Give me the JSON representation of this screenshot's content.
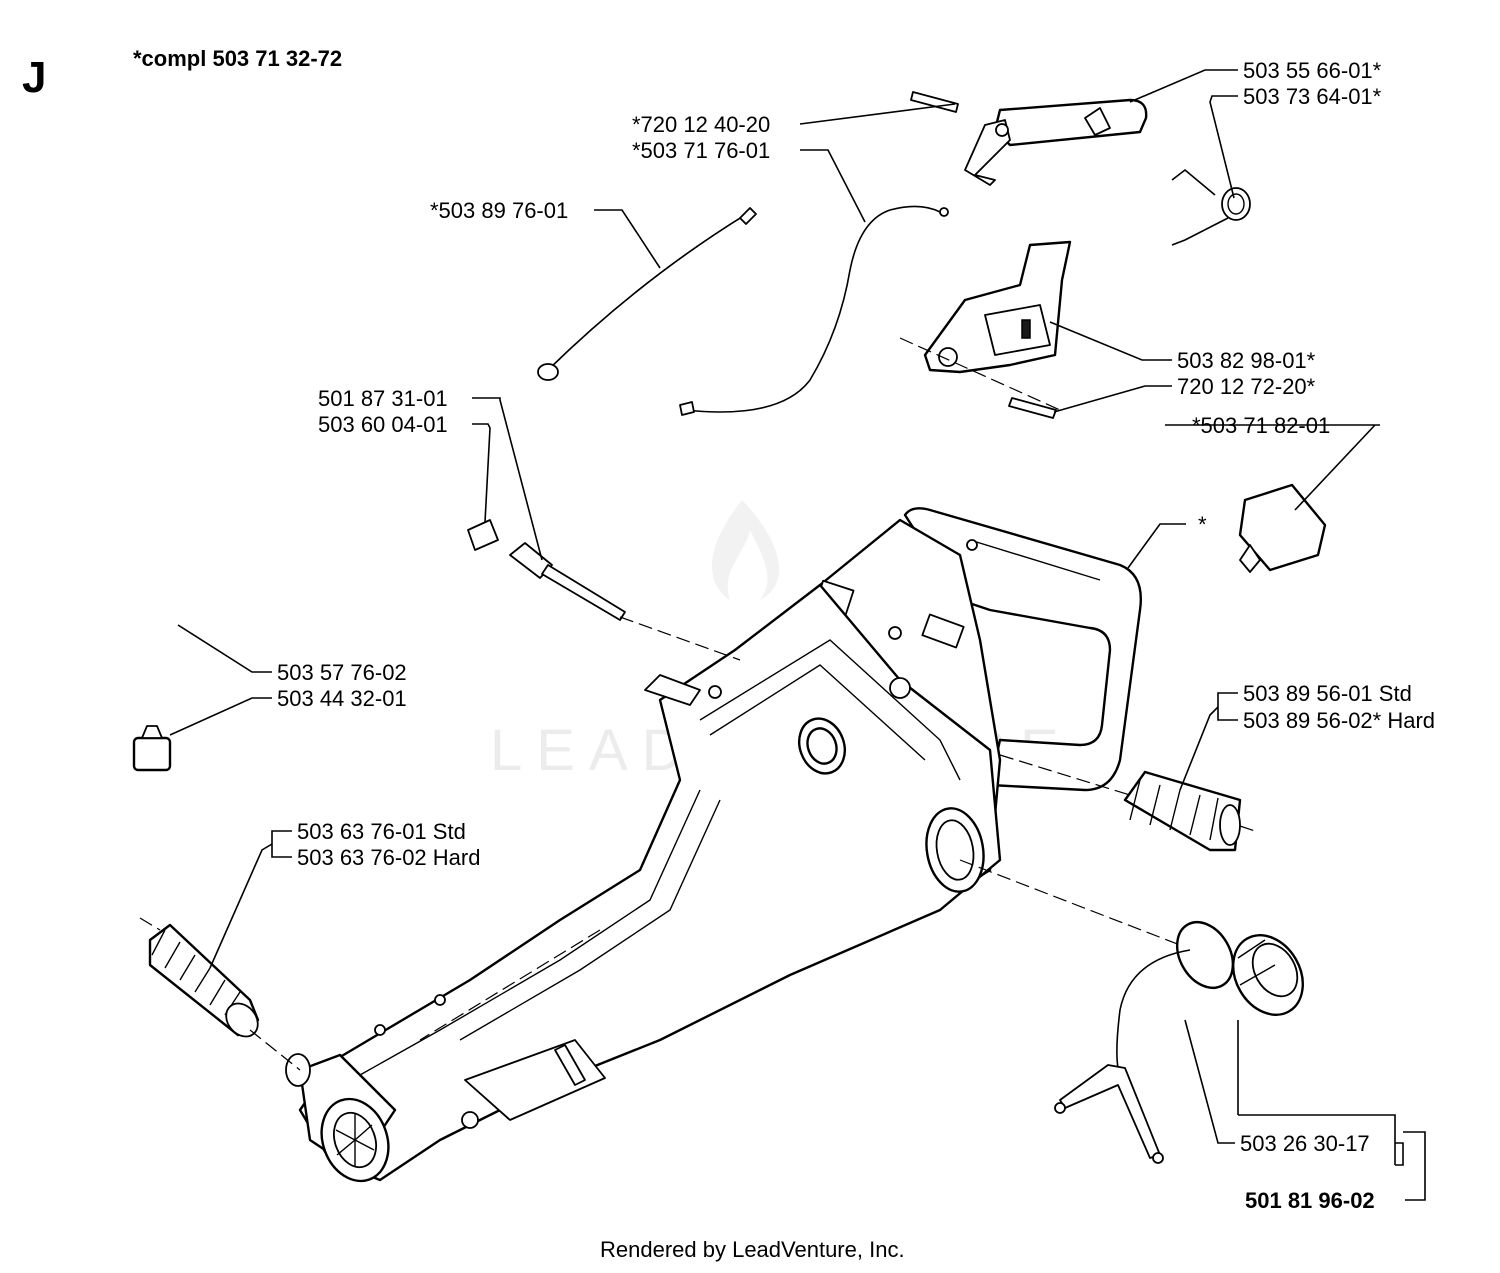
{
  "section_letter": "J",
  "kit_note": "*compl 503 71 32-72",
  "parts": {
    "p1": "503 55 66-01*",
    "p2": "503 73 64-01*",
    "p3": "*720 12 40-20",
    "p4": "*503 71 76-01",
    "p5": "*503 89 76-01",
    "p6": "503 82 98-01*",
    "p7": "720 12 72-20*",
    "p8": "501 87 31-01",
    "p9": "503 60 04-01",
    "p10": "*503 71 82-01",
    "p11": "*",
    "p12": "503 57 76-02",
    "p13": "503 44 32-01",
    "p14": "503 89 56-01 Std",
    "p15": "503 89 56-02* Hard",
    "p16": "503 63 76-01 Std",
    "p17": "503 63 76-02 Hard",
    "p18": "503 26 30-17",
    "p19": "501 81 96-02"
  },
  "watermark": "LEADVENTURE",
  "footer": "Rendered by LeadVenture, Inc."
}
